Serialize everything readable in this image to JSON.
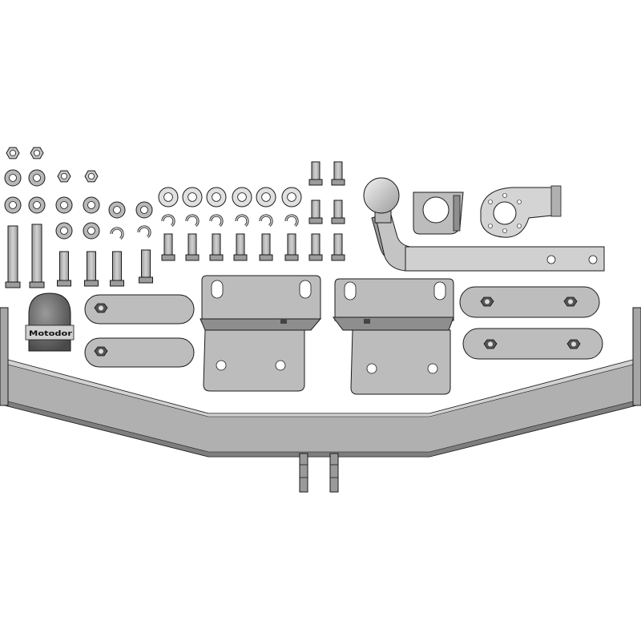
{
  "colors": {
    "background": "#ffffff",
    "metal": "#b4b4b4",
    "metal_dark": "#8e8e8e",
    "metal_light": "#d6d6d6",
    "outline": "#1a1a1a",
    "hole": "#ffffff",
    "cap": "#6b6b6b",
    "cap_label_bg": "#cfcfcf"
  },
  "parts": {
    "ball_cover_label": "Motodor",
    "hex_nuts": "hex-nut",
    "washers": "washer",
    "spring_washers": "spring-washer",
    "bolts": "bolt",
    "tow_ball_neck": "tow-ball-neck",
    "socket_plate": "socket-plate",
    "side_brackets": "side-bracket",
    "clamp_straps": "clamp-strap",
    "cross_bar": "cross-bar"
  }
}
